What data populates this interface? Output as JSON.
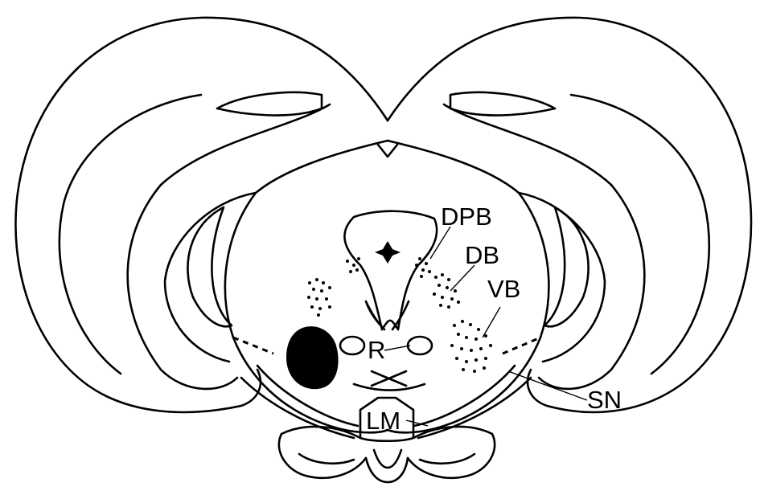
{
  "labels": {
    "dpb": "DPB",
    "db": "DB",
    "vb": "VB",
    "r": "R",
    "sn": "SN",
    "lm": "LM"
  },
  "colors": {
    "ink": "#000000",
    "background": "#ffffff"
  }
}
